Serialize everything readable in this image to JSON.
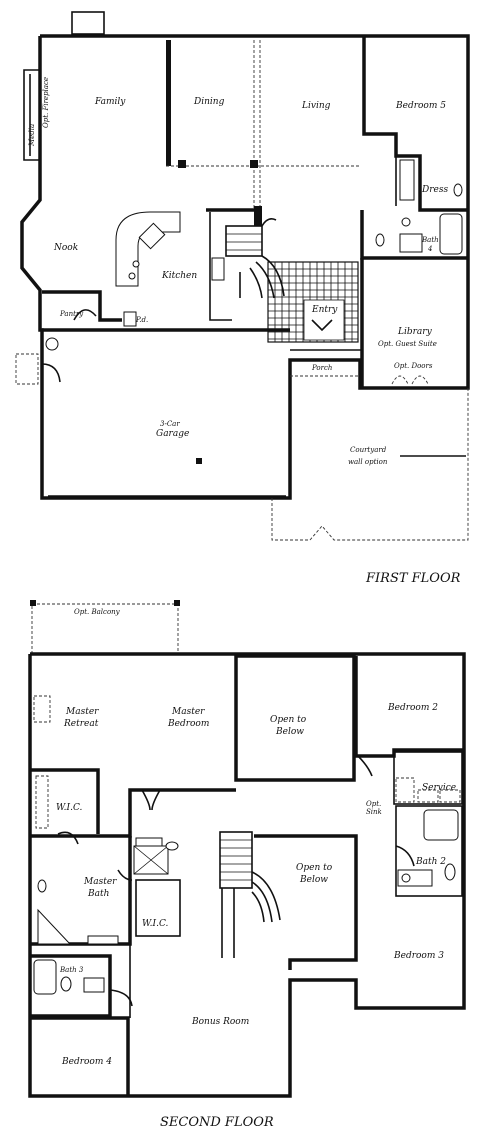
{
  "first_floor": {
    "caption": "FIRST FLOOR",
    "rooms": {
      "family": "Family",
      "dining": "Dining",
      "living": "Living",
      "bedroom5": "Bedroom 5",
      "media": "Media",
      "opt_fireplace": "Opt. Fireplace",
      "dress": "Dress",
      "nook": "Nook",
      "kitchen": "Kitchen",
      "bath4_a": "Bath",
      "bath4_b": "4",
      "pantry": "Pantry",
      "pd": "P.d.",
      "entry": "Entry",
      "library": "Library",
      "guest_suite": "Opt. Guest Suite",
      "opt_doors": "Opt. Doors",
      "porch": "Porch",
      "garage_a": "3-Car",
      "garage_b": "Garage",
      "courtyard_a": "Courtyard",
      "courtyard_b": "wall option"
    }
  },
  "second_floor": {
    "caption": "SECOND FLOOR",
    "rooms": {
      "opt_balcony": "Opt. Balcony",
      "master_retreat_a": "Master",
      "master_retreat_b": "Retreat",
      "master_bedroom_a": "Master",
      "master_bedroom_b": "Bedroom",
      "open_below1_a": "Open to",
      "open_below1_b": "Below",
      "bedroom2": "Bedroom 2",
      "wic1": "W.I.C.",
      "service": "Service",
      "opt_sink_a": "Opt.",
      "opt_sink_b": "Sink",
      "master_bath_a": "Master",
      "master_bath_b": "Bath",
      "open_below2_a": "Open to",
      "open_below2_b": "Below",
      "bath2": "Bath 2",
      "wic2": "W.I.C.",
      "bath3": "Bath 3",
      "bedroom3": "Bedroom 3",
      "bonus_room": "Bonus Room",
      "bedroom4": "Bedroom 4"
    }
  }
}
